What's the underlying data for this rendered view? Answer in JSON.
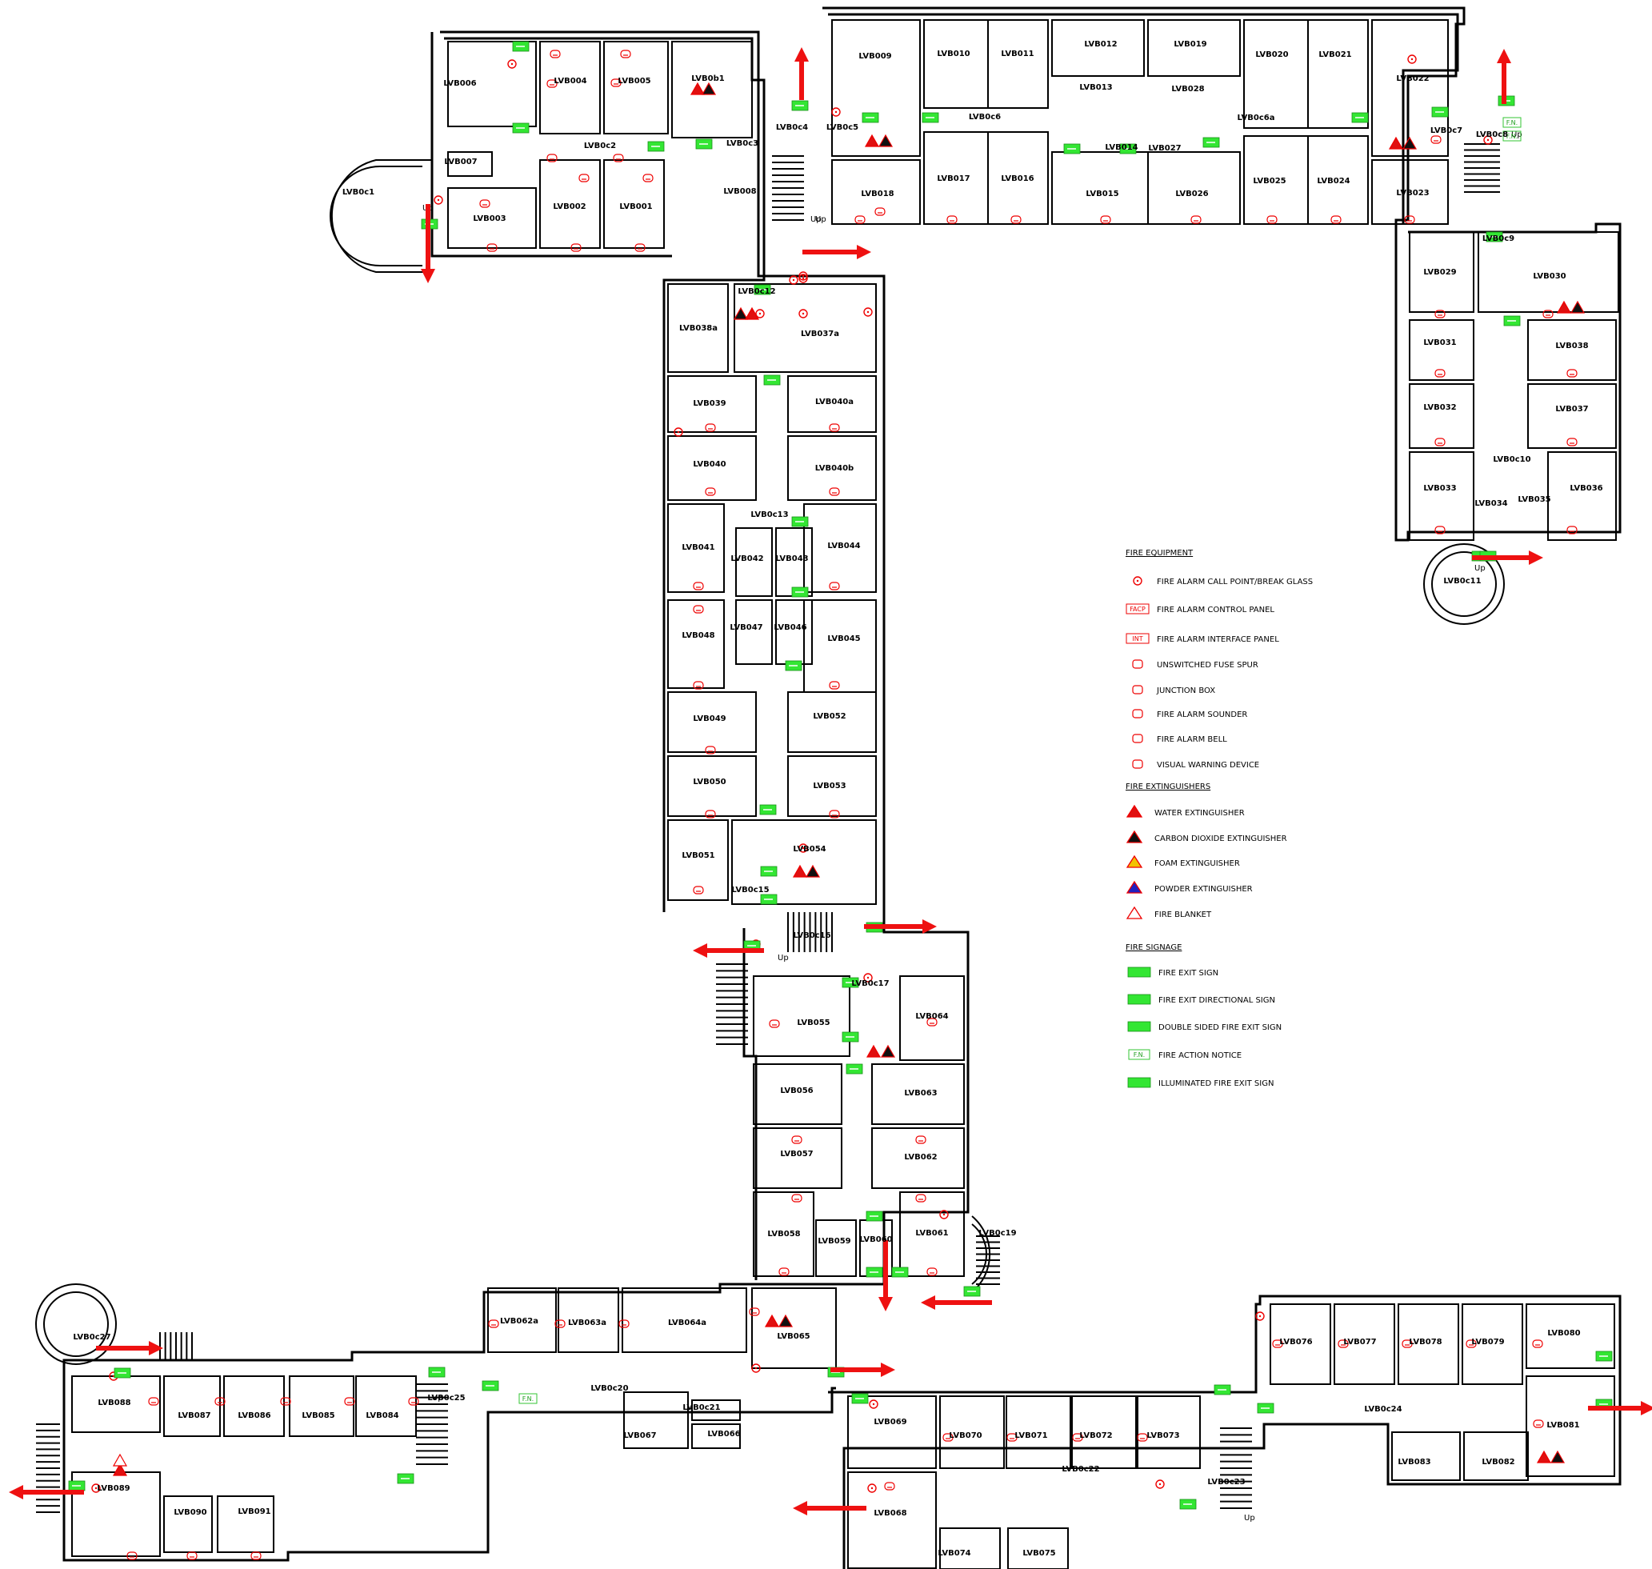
{
  "rooms": [
    {
      "id": "LVB006"
    },
    {
      "id": "LVB004"
    },
    {
      "id": "LVB005"
    },
    {
      "id": "LVB0b1"
    },
    {
      "id": "LVB0c2"
    },
    {
      "id": "LVB007"
    },
    {
      "id": "LVB003"
    },
    {
      "id": "LVB002"
    },
    {
      "id": "LVB001"
    },
    {
      "id": "LVB0c1"
    },
    {
      "id": "LVB0c3"
    },
    {
      "id": "LVB008"
    },
    {
      "id": "LVB0c4"
    },
    {
      "id": "LVB009"
    },
    {
      "id": "LVB010"
    },
    {
      "id": "LVB011"
    },
    {
      "id": "LVB012"
    },
    {
      "id": "LVB019"
    },
    {
      "id": "LVB020"
    },
    {
      "id": "LVB021"
    },
    {
      "id": "LVB022"
    },
    {
      "id": "LVB013"
    },
    {
      "id": "LVB028"
    },
    {
      "id": "LVB0c6"
    },
    {
      "id": "LVB0c6a"
    },
    {
      "id": "LVB0c5"
    },
    {
      "id": "LVB0c7"
    },
    {
      "id": "LVB0c8"
    },
    {
      "id": "LVB014"
    },
    {
      "id": "LVB027"
    },
    {
      "id": "LVB018"
    },
    {
      "id": "LVB017"
    },
    {
      "id": "LVB016"
    },
    {
      "id": "LVB015"
    },
    {
      "id": "LVB026"
    },
    {
      "id": "LVB025"
    },
    {
      "id": "LVB024"
    },
    {
      "id": "LVB023"
    },
    {
      "id": "LVB0c9"
    },
    {
      "id": "LVB029"
    },
    {
      "id": "LVB030"
    },
    {
      "id": "LVB031"
    },
    {
      "id": "LVB038"
    },
    {
      "id": "LVB032"
    },
    {
      "id": "LVB037"
    },
    {
      "id": "LVB0c10"
    },
    {
      "id": "LVB033"
    },
    {
      "id": "LVB034"
    },
    {
      "id": "LVB035"
    },
    {
      "id": "LVB036"
    },
    {
      "id": "LVB0c11"
    },
    {
      "id": "LVB0c12"
    },
    {
      "id": "LVB038a"
    },
    {
      "id": "LVB037a"
    },
    {
      "id": "LVB039"
    },
    {
      "id": "LVB040a"
    },
    {
      "id": "LVB040"
    },
    {
      "id": "LVB040b"
    },
    {
      "id": "LVB0c13"
    },
    {
      "id": "LVB041"
    },
    {
      "id": "LVB042"
    },
    {
      "id": "LVB043"
    },
    {
      "id": "LVB044"
    },
    {
      "id": "LVB048"
    },
    {
      "id": "LVB047"
    },
    {
      "id": "LVB046"
    },
    {
      "id": "LVB045"
    },
    {
      "id": "LVB049"
    },
    {
      "id": "LVB052"
    },
    {
      "id": "LVB050"
    },
    {
      "id": "LVB053"
    },
    {
      "id": "LVB054"
    },
    {
      "id": "LVB051"
    },
    {
      "id": "LVB0c15"
    },
    {
      "id": "LVB0c16"
    },
    {
      "id": "LVB0c17"
    },
    {
      "id": "LVB055"
    },
    {
      "id": "LVB064"
    },
    {
      "id": "LVB056"
    },
    {
      "id": "LVB063"
    },
    {
      "id": "LVB057"
    },
    {
      "id": "LVB062"
    },
    {
      "id": "LVB058"
    },
    {
      "id": "LVB059"
    },
    {
      "id": "LVB060"
    },
    {
      "id": "LVB061"
    },
    {
      "id": "LVB0c19"
    },
    {
      "id": "LVB062a"
    },
    {
      "id": "LVB063a"
    },
    {
      "id": "LVB064a"
    },
    {
      "id": "LVB065"
    },
    {
      "id": "LVB0c20"
    },
    {
      "id": "LVB0c21"
    },
    {
      "id": "LVB067"
    },
    {
      "id": "LVB066"
    },
    {
      "id": "LVB0c27"
    },
    {
      "id": "LVB088"
    },
    {
      "id": "LVB087"
    },
    {
      "id": "LVB086"
    },
    {
      "id": "LVB085"
    },
    {
      "id": "LVB084"
    },
    {
      "id": "LVB0c25"
    },
    {
      "id": "LVB089"
    },
    {
      "id": "LVB090"
    },
    {
      "id": "LVB091"
    },
    {
      "id": "LVB069"
    },
    {
      "id": "LVB070"
    },
    {
      "id": "LVB071"
    },
    {
      "id": "LVB072"
    },
    {
      "id": "LVB073"
    },
    {
      "id": "LVB0c22"
    },
    {
      "id": "LVB068"
    },
    {
      "id": "LVB074"
    },
    {
      "id": "LVB075"
    },
    {
      "id": "LVB0c23"
    },
    {
      "id": "LVB076"
    },
    {
      "id": "LVB077"
    },
    {
      "id": "LVB078"
    },
    {
      "id": "LVB079"
    },
    {
      "id": "LVB080"
    },
    {
      "id": "LVB0c24"
    },
    {
      "id": "LVB081"
    },
    {
      "id": "LVB083"
    },
    {
      "id": "LVB082"
    }
  ],
  "stair_label": "Up",
  "fire_action_notice_tag": "F.N.",
  "legend": {
    "equipment_heading": "FIRE EQUIPMENT",
    "equipment": [
      {
        "label": "FIRE ALARM CALL POINT/BREAK GLASS",
        "icon": "call-point-icon"
      },
      {
        "label": "FIRE ALARM CONTROL PANEL",
        "icon": "facp-icon",
        "tag": "FACP"
      },
      {
        "label": "FIRE ALARM INTERFACE PANEL",
        "icon": "int-panel-icon",
        "tag": "INT"
      },
      {
        "label": "UNSWITCHED FUSE SPUR",
        "icon": "fuse-spur-icon"
      },
      {
        "label": "JUNCTION BOX",
        "icon": "junction-box-icon"
      },
      {
        "label": "FIRE ALARM SOUNDER",
        "icon": "sounder-icon"
      },
      {
        "label": "FIRE ALARM BELL",
        "icon": "bell-icon"
      },
      {
        "label": "VISUAL WARNING DEVICE",
        "icon": "visual-warning-icon"
      }
    ],
    "extinguisher_heading": "FIRE EXTINGUISHERS",
    "extinguishers": [
      {
        "label": "WATER EXTINGUISHER",
        "icon": "water-extinguisher-icon",
        "color": "#e01010"
      },
      {
        "label": "CARBON DIOXIDE EXTINGUISHER",
        "icon": "co2-extinguisher-icon",
        "color": "#111111"
      },
      {
        "label": "FOAM EXTINGUISHER",
        "icon": "foam-extinguisher-icon",
        "color": "#f2c200"
      },
      {
        "label": "POWDER EXTINGUISHER",
        "icon": "powder-extinguisher-icon",
        "color": "#2020c0"
      },
      {
        "label": "FIRE BLANKET",
        "icon": "fire-blanket-icon",
        "color": "#ffffff"
      }
    ],
    "signage_heading": "FIRE SIGNAGE",
    "signage": [
      {
        "label": "FIRE EXIT SIGN",
        "icon": "exit-sign-icon"
      },
      {
        "label": "FIRE EXIT DIRECTIONAL SIGN",
        "icon": "exit-directional-sign-icon"
      },
      {
        "label": "DOUBLE SIDED FIRE EXIT SIGN",
        "icon": "double-sided-exit-sign-icon"
      },
      {
        "label": "FIRE ACTION NOTICE",
        "icon": "fire-action-notice-icon",
        "tag": "F.N."
      },
      {
        "label": "ILLUMINATED FIRE EXIT SIGN",
        "icon": "illuminated-exit-sign-icon"
      }
    ]
  },
  "colors": {
    "wall": "#000000",
    "alarm": "#e00000",
    "exit_sign": "#33e633",
    "exit_arrow": "#ee1111"
  }
}
